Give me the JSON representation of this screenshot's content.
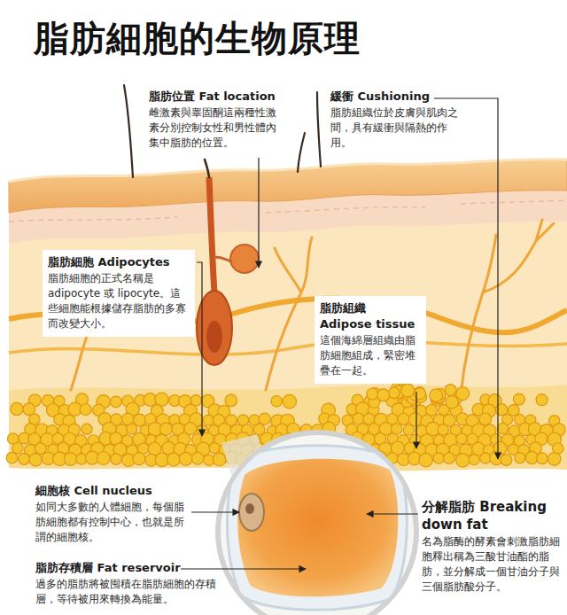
{
  "diagram": {
    "title": "脂肪細胞的生物原理",
    "nodes": [
      {
        "text": [
          "脂肪位置 Fat location",
          "雌激素與睾固酮這兩種性激素分別控制女性和男性體內集中脂肪的位置。"
        ]
      },
      {
        "text": [
          "緩衝 Cushioning",
          "脂肪組織位於皮膚與肌肉之間，具有緩衝與隔熱的作用。"
        ]
      },
      {
        "text": [
          "脂肪細胞 Adipocytes",
          "脂肪細胞的正式名稱是 adipocyte 或 lipocyte。這些細胞能根據儲存脂肪的多寡而改變大小。"
        ]
      },
      {
        "text": [
          "脂肪組織 Adipose tissue",
          "這個海綿層組織由脂肪細胞組成，緊密堆疊在一起。"
        ]
      },
      {
        "text": [
          "細胞核 Cell nucleus",
          "如同大多數的人體細胞，每個脂肪細胞都有控制中心，也就是所謂的細胞核。"
        ]
      },
      {
        "text": [
          "分解脂肪 Breaking down fat",
          "名為脂酶的酵素會刺激脂肪細胞釋出稱為三酸甘油酯的脂肪，並分解成一個甘油分子與三個脂肪酸分子。"
        ]
      },
      {
        "text": [
          "脂肪存積層 Fat reservoir",
          "過多的脂肪將被囤積在脂肪細胞的存積層，等待被用來轉換為能量。"
        ]
      }
    ]
  }
}
